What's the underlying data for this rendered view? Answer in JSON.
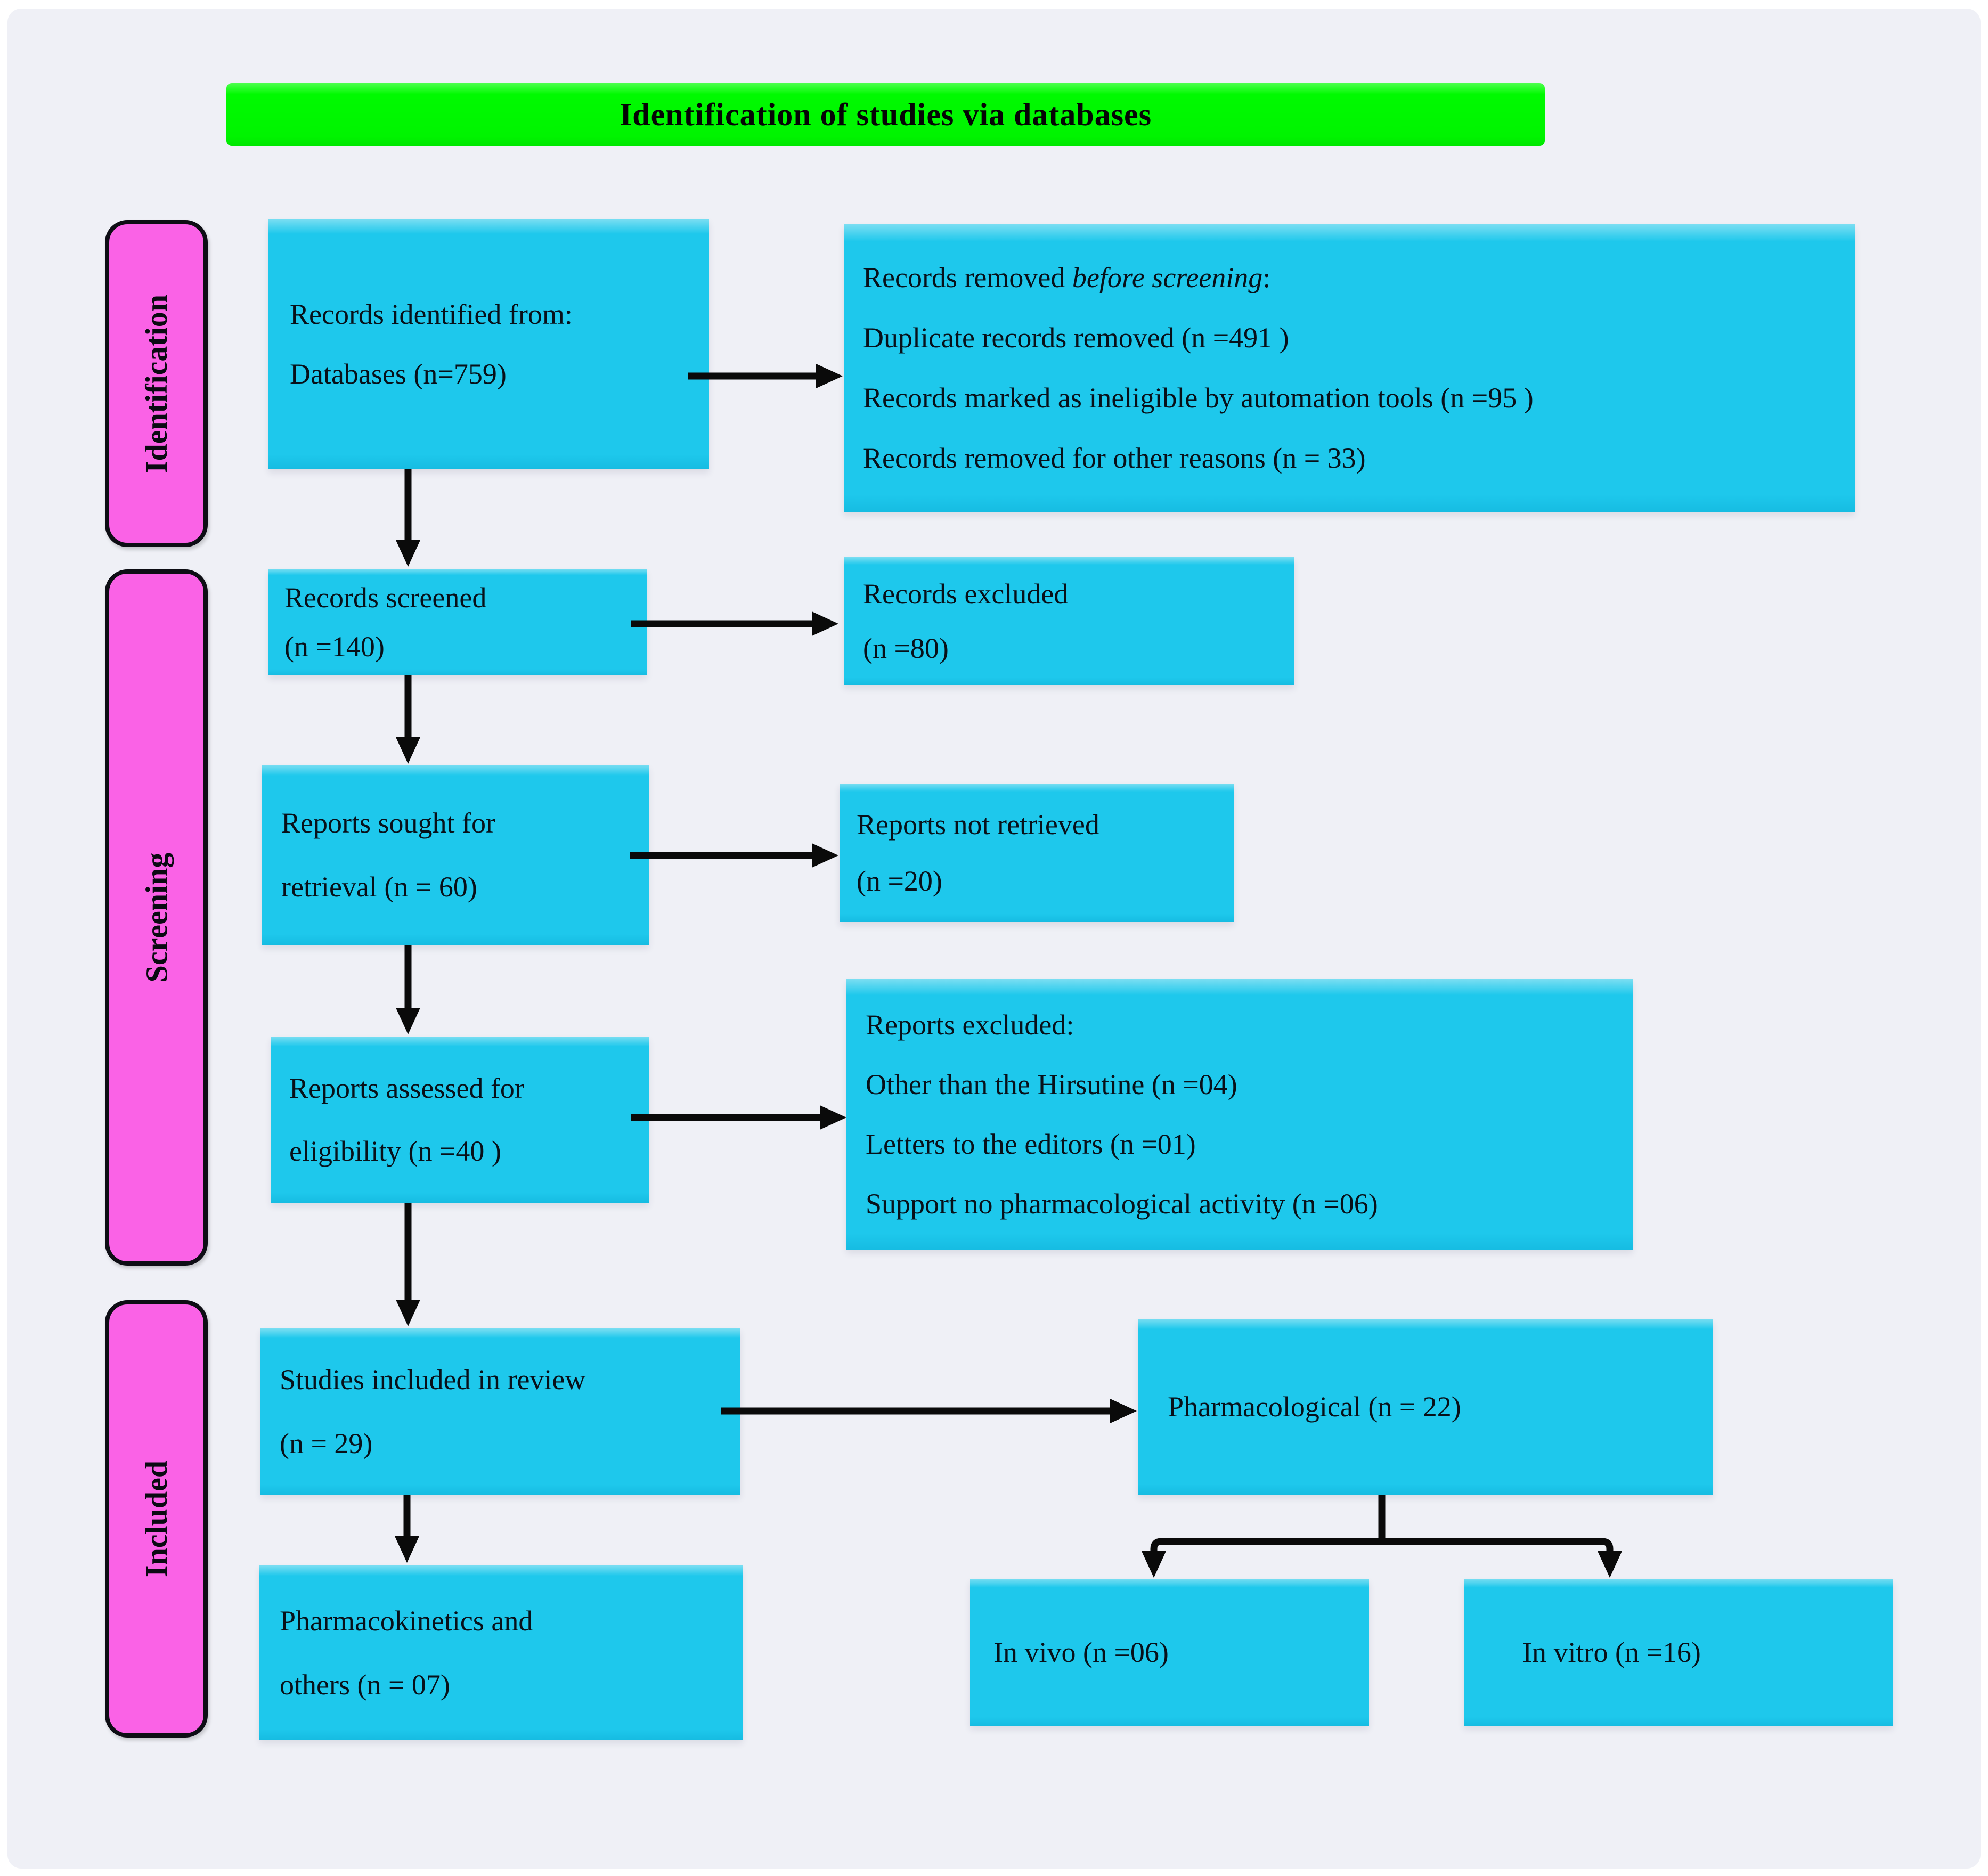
{
  "title": "Identification of studies via databases",
  "colors": {
    "box_fill": "#1EC8EC",
    "stage_label_fill": "#FA62E6",
    "title_bg": "#00FA00",
    "background": "#EFF0F6",
    "arrow": "#0A0A0A",
    "text": "#081019"
  },
  "stage_labels": {
    "identification": "Identification",
    "screening": "Screening",
    "included": "Included"
  },
  "boxes": {
    "records_identified": {
      "lines": [
        "Records identified from:",
        "Databases (n=759)"
      ]
    },
    "records_removed": {
      "line1_prefix": "Records removed ",
      "line1_italic": "before screening",
      "line1_suffix": ":",
      "lines": [
        "Duplicate records removed  (n =491 )",
        "Records marked as ineligible by automation tools (n =95 )",
        "Records removed for other reasons (n = 33)"
      ]
    },
    "records_screened": {
      "lines": [
        "Records screened",
        "(n =140)"
      ]
    },
    "records_excluded": {
      "lines": [
        "Records excluded",
        "(n =80)"
      ]
    },
    "reports_sought": {
      "lines": [
        "Reports sought for",
        "retrieval (n = 60)"
      ]
    },
    "reports_not_retrieved": {
      "lines": [
        "Reports not retrieved",
        "(n =20)"
      ]
    },
    "reports_assessed": {
      "lines": [
        "Reports assessed for",
        "eligibility (n =40 )"
      ]
    },
    "reports_excluded": {
      "lines": [
        "Reports excluded:",
        "Other than the Hirsutine (n =04)",
        "Letters to the editors (n =01)",
        "Support no pharmacological activity (n =06)"
      ]
    },
    "studies_included": {
      "lines": [
        "Studies included in review",
        "(n = 29)"
      ]
    },
    "pharmacological": {
      "label": "Pharmacological (n = 22)"
    },
    "pharmacokinetics": {
      "lines": [
        "Pharmacokinetics and",
        "others (n = 07)"
      ]
    },
    "in_vivo": {
      "label": "In vivo (n =06)"
    },
    "in_vitro": {
      "label": "In vitro (n =16)"
    }
  }
}
